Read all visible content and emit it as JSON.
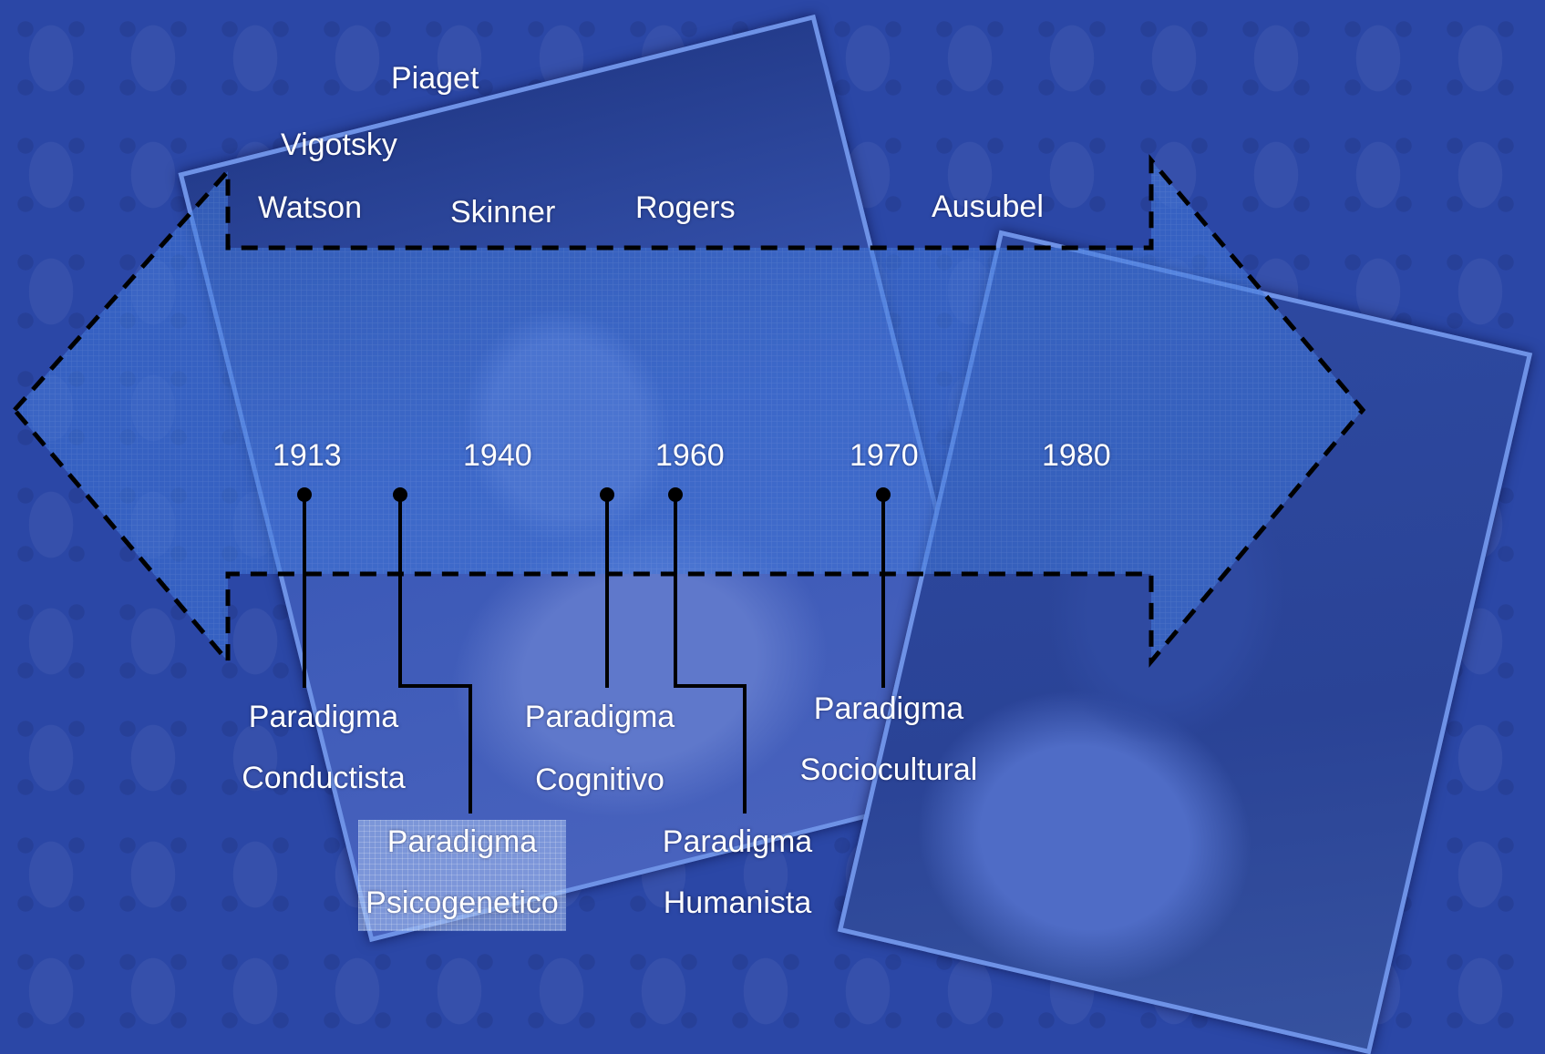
{
  "scientists": {
    "piaget": "Piaget",
    "vigotsky": "Vigotsky",
    "watson": "Watson",
    "skinner": "Skinner",
    "rogers": "Rogers",
    "ausubel": "Ausubel"
  },
  "years": [
    "1913",
    "1940",
    "1960",
    "1970",
    "1980"
  ],
  "paradigms": {
    "conductista": {
      "line1": "Paradigma",
      "line2": "Conductista"
    },
    "psicogenetico": {
      "line1": "Paradigma",
      "line2": "Psicogenetico"
    },
    "cognitivo": {
      "line1": "Paradigma",
      "line2": "Cognitivo"
    },
    "humanista": {
      "line1": "Paradigma",
      "line2": "Humanista"
    },
    "sociocultural": {
      "line1": "Paradigma",
      "line2": "Sociocultural"
    }
  },
  "colors": {
    "background": "#2b47a6",
    "arrow_fill": "#3f76d8",
    "photo_border": "#6e92e6",
    "connector": "#000000",
    "text": "#ffffff"
  }
}
